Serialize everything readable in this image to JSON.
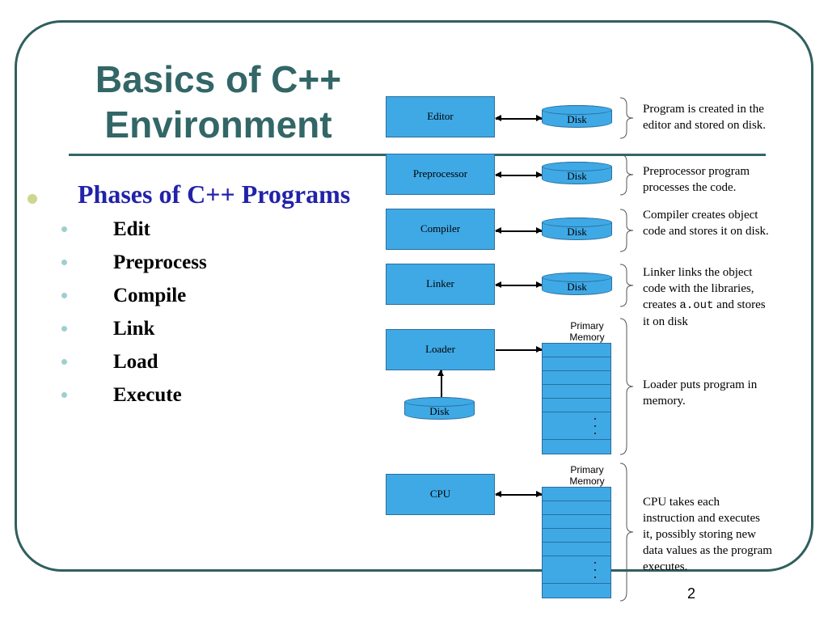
{
  "slide": {
    "title": "Basics of C++ Environment",
    "heading": "Phases of C++ Programs",
    "phases": [
      "Edit",
      "Preprocess",
      "Compile",
      "Link",
      "Load",
      "Execute"
    ],
    "page_number": "2"
  },
  "diagram": {
    "stages": {
      "editor": "Editor",
      "preprocessor": "Preprocessor",
      "compiler": "Compiler",
      "linker": "Linker",
      "loader": "Loader",
      "cpu": "CPU"
    },
    "disk_label": "Disk",
    "primary_memory_label": "Primary Memory",
    "descriptions": {
      "editor": "Program is created in the editor and stored on disk.",
      "preprocessor": "Preprocessor program processes the code.",
      "compiler": "Compiler creates object code and stores it on disk.",
      "linker_before": "Linker links the object code with the libraries, creates ",
      "linker_code": "a.out",
      "linker_after": " and stores it on disk",
      "loader": "Loader puts program in memory.",
      "cpu": "CPU takes each instruction and executes it, possibly storing new data values as the program executes."
    }
  },
  "colors": {
    "title": "#336666",
    "heading": "#2222aa",
    "box_fill": "#3fa9e6",
    "frame": "#2f5f5d"
  }
}
